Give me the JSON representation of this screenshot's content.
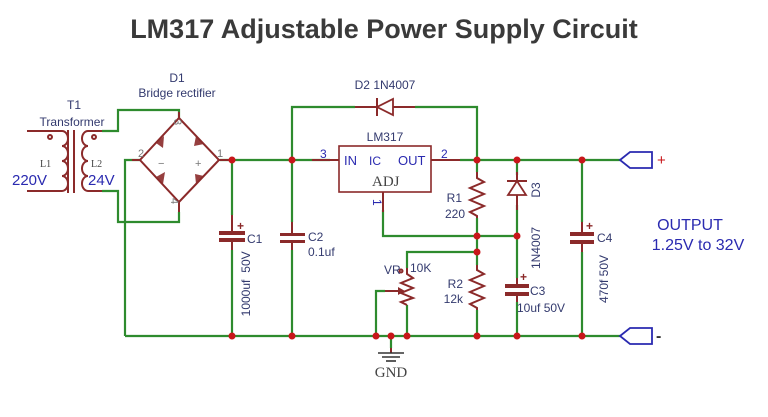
{
  "title": "LM317 Adjustable Power Supply Circuit",
  "components": {
    "T1": {
      "ref": "T1",
      "name": "Transformer",
      "primary_label": "L1",
      "secondary_label": "L2",
      "primary_voltage": "220V",
      "secondary_voltage": "24V"
    },
    "D1": {
      "ref": "D1",
      "name": "Bridge rectifier",
      "pins": [
        "1",
        "2",
        "3",
        "4"
      ],
      "minus": "−",
      "plus": "+"
    },
    "C1": {
      "ref": "C1",
      "value": "1000uf",
      "voltage": "50V",
      "plus": "+"
    },
    "C2": {
      "ref": "C2",
      "value": "0.1uf"
    },
    "U1": {
      "ref": "LM317",
      "in_label": "IN",
      "ic_label": "IC",
      "out_label": "OUT",
      "adj_label": "ADJ",
      "pin_in": "3",
      "pin_out": "2",
      "pin_adj": "1"
    },
    "D2": {
      "ref": "D2",
      "value": "1N4007"
    },
    "R1": {
      "ref": "R1",
      "value": "220"
    },
    "D3": {
      "ref": "D3",
      "value": "1N4007"
    },
    "VR": {
      "ref": "VR",
      "value": "10K"
    },
    "R2": {
      "ref": "R2",
      "value": "12k"
    },
    "C3": {
      "ref": "C3",
      "value": "10uf 50V",
      "plus": "+"
    },
    "C4": {
      "ref": "C4",
      "value": "470f 50V",
      "plus": "+"
    },
    "GND": {
      "label": "GND"
    }
  },
  "output": {
    "label": "OUTPUT",
    "range": "1.25V to 32V",
    "plus": "+",
    "minus": "-"
  },
  "colors": {
    "wire": "#2e8b2e",
    "component": "#8b2a2a",
    "junction": "#c8161a",
    "text": "#2a2ab0"
  }
}
